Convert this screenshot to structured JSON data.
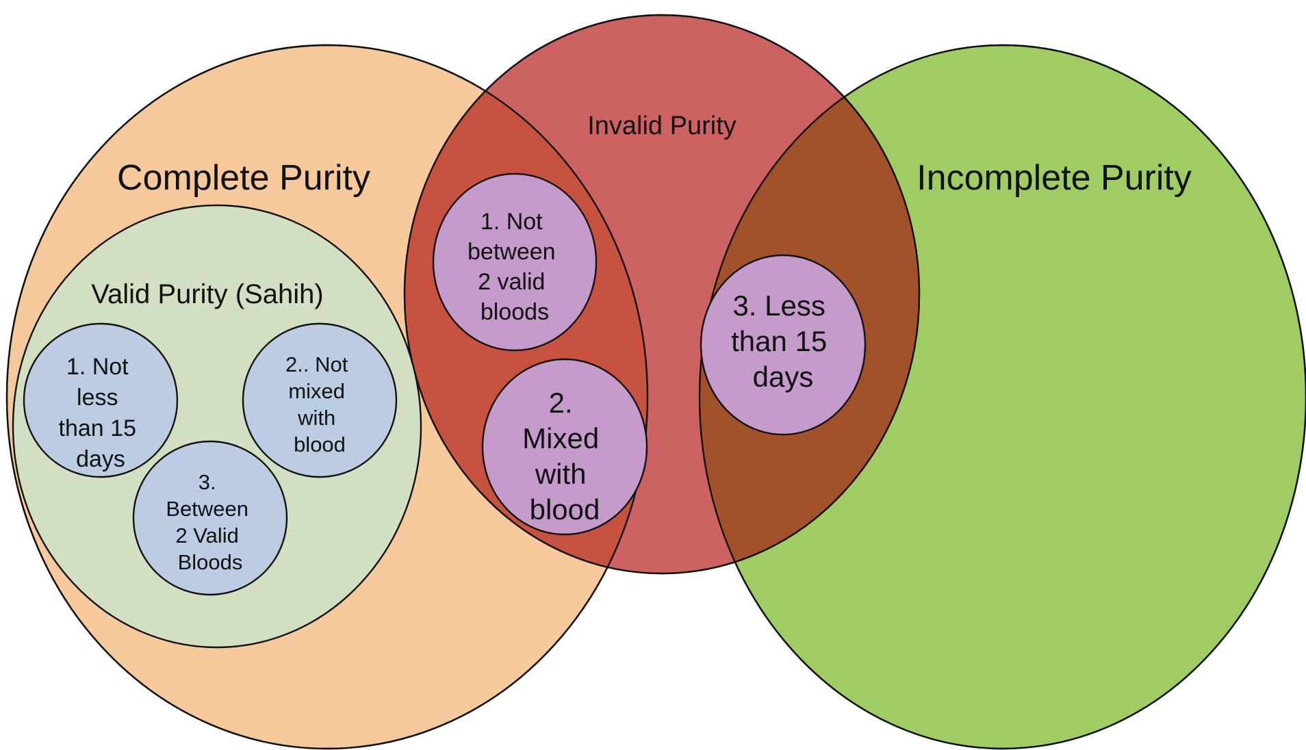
{
  "complete": {
    "title": "Complete Purity",
    "color": "#f5c99c",
    "valid": {
      "title": "Valid Purity (Sahih)",
      "color": "#d3dfc3",
      "items": [
        {
          "lines": [
            "1. Not",
            "less",
            "than 15",
            "days"
          ],
          "color": "#bccde3"
        },
        {
          "lines": [
            "2.. Not",
            "mixed",
            "with",
            "blood"
          ],
          "color": "#bccde3"
        },
        {
          "lines": [
            "3.",
            "Between",
            "2 Valid",
            "Bloods"
          ],
          "color": "#bccde3"
        }
      ]
    }
  },
  "invalid": {
    "title": "Invalid Purity",
    "color": "#cc6262",
    "overlap_complete_color": "#c85240",
    "overlap_incomplete_color": "#a1522a",
    "items": [
      {
        "lines": [
          "1. Not",
          "between",
          "2 valid",
          "bloods"
        ],
        "color": "#c59bcb"
      },
      {
        "lines": [
          "2.",
          "Mixed",
          "with",
          "blood"
        ],
        "color": "#c59bcb"
      }
    ]
  },
  "incomplete": {
    "title": "Incomplete Purity",
    "color": "#a0cc64",
    "items": [
      {
        "lines": [
          "3. Less",
          "than 15",
          "days"
        ],
        "color": "#c59bcb"
      }
    ]
  }
}
